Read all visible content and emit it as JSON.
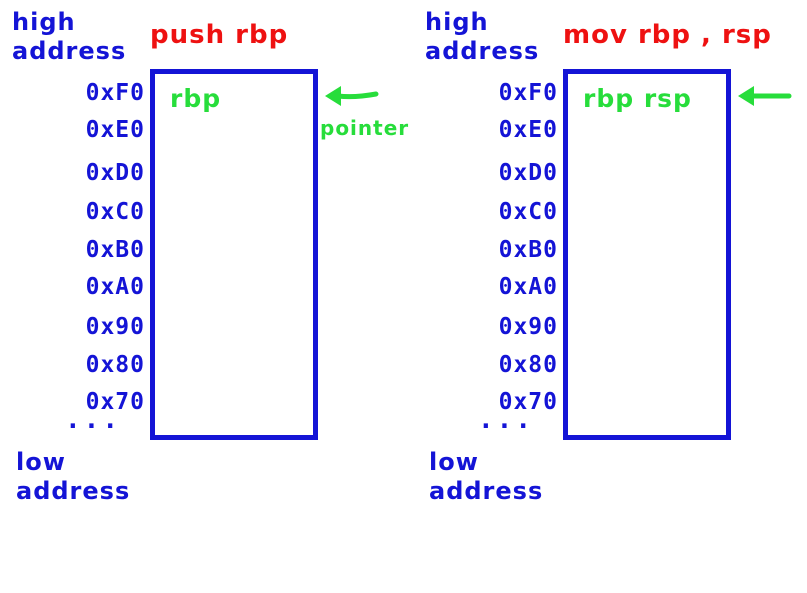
{
  "colors": {
    "ink_blue": "#1414d6",
    "ink_red": "#ee1111",
    "ink_green": "#27dd3b",
    "background": "#ffffff"
  },
  "diagrams": [
    {
      "instruction": "push rbp",
      "high_label": "high address",
      "low_label": "low address",
      "addresses": [
        "0xF0",
        "0xE0",
        "0xD0",
        "0xC0",
        "0xB0",
        "0xA0",
        "0x90",
        "0x80",
        "0x70",
        "..."
      ],
      "stack_top_value": "rbp",
      "arrow_label": "pointer"
    },
    {
      "instruction": "mov rbp , rsp",
      "high_label": "high address",
      "low_label": "low address",
      "addresses": [
        "0xF0",
        "0xE0",
        "0xD0",
        "0xC0",
        "0xB0",
        "0xA0",
        "0x90",
        "0x80",
        "0x70",
        "..."
      ],
      "stack_top_value": "rbp rsp"
    }
  ]
}
